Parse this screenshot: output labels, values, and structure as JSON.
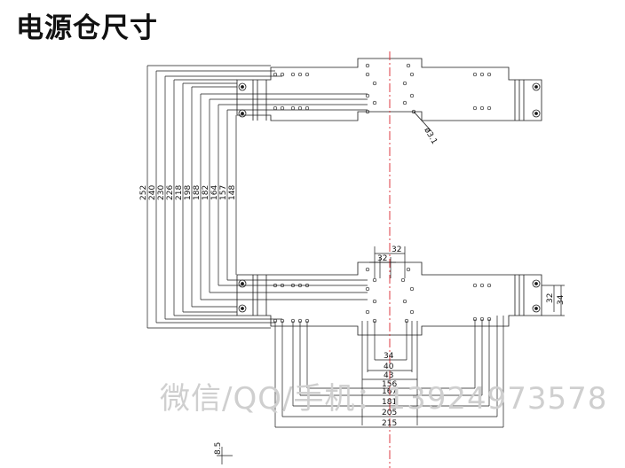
{
  "title": "电源仓尺寸",
  "watermark": "微信/QQ/手机：13924973578",
  "hole_callout": "ø3.1",
  "dimensions": {
    "left_vertical": [
      "252",
      "240",
      "230",
      "226",
      "218",
      "198",
      "188",
      "182",
      "164",
      "157",
      "148"
    ],
    "top_center": [
      "32",
      "32"
    ],
    "right_vertical": [
      "32",
      "34"
    ],
    "bottom_horizontal": [
      "34",
      "40",
      "43",
      "156",
      "167",
      "181",
      "205",
      "215"
    ],
    "bottom_left_vertical": "8.5"
  },
  "colors": {
    "line": "#1a1a1a",
    "centerline": "#d9262e",
    "watermark": "#cfcfcf"
  }
}
